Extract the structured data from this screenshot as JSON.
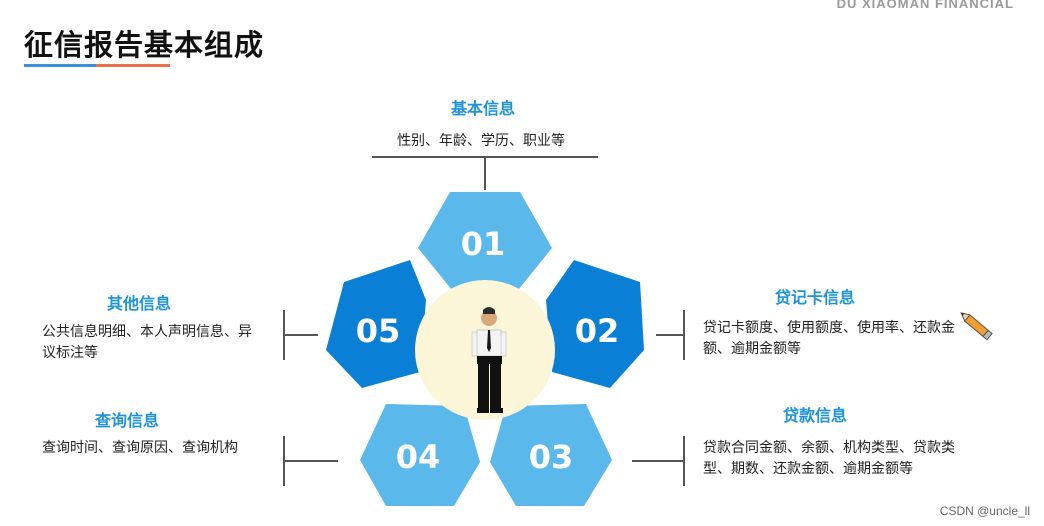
{
  "brand": "DU XIAOMAN FINANCIAL",
  "title": "征信报告基本组成",
  "sections": {
    "basic": {
      "number": "01",
      "title": "基本信息",
      "desc": "性别、年龄、学历、职业等"
    },
    "card": {
      "number": "02",
      "title": "贷记卡信息",
      "desc_line1": "贷记卡额度、使用额度、使用率、还款金",
      "desc_line2": "额、逾期金额等"
    },
    "loan": {
      "number": "03",
      "title": "贷款信息",
      "desc_line1": "贷款合同金额、余额、机构类型、贷款类",
      "desc_line2": "型、期数、还款金额、逾期金额等"
    },
    "query": {
      "number": "04",
      "title": "查询信息",
      "desc": "查询时间、查询原因、查询机构"
    },
    "other": {
      "number": "05",
      "title": "其他信息",
      "desc_line1": "公共信息明细、本人声明信息、异",
      "desc_line2": "议标注等"
    }
  },
  "colors": {
    "petal_light": "#5ab8ea",
    "petal_dark": "#0a7fd6",
    "center": "#fbf6d8",
    "accent": "#1f93d8",
    "line": "#555555"
  },
  "icons": {
    "pencil": "pencil-icon",
    "person": "businessman-figure"
  },
  "watermark": "CSDN @uncle_ll"
}
